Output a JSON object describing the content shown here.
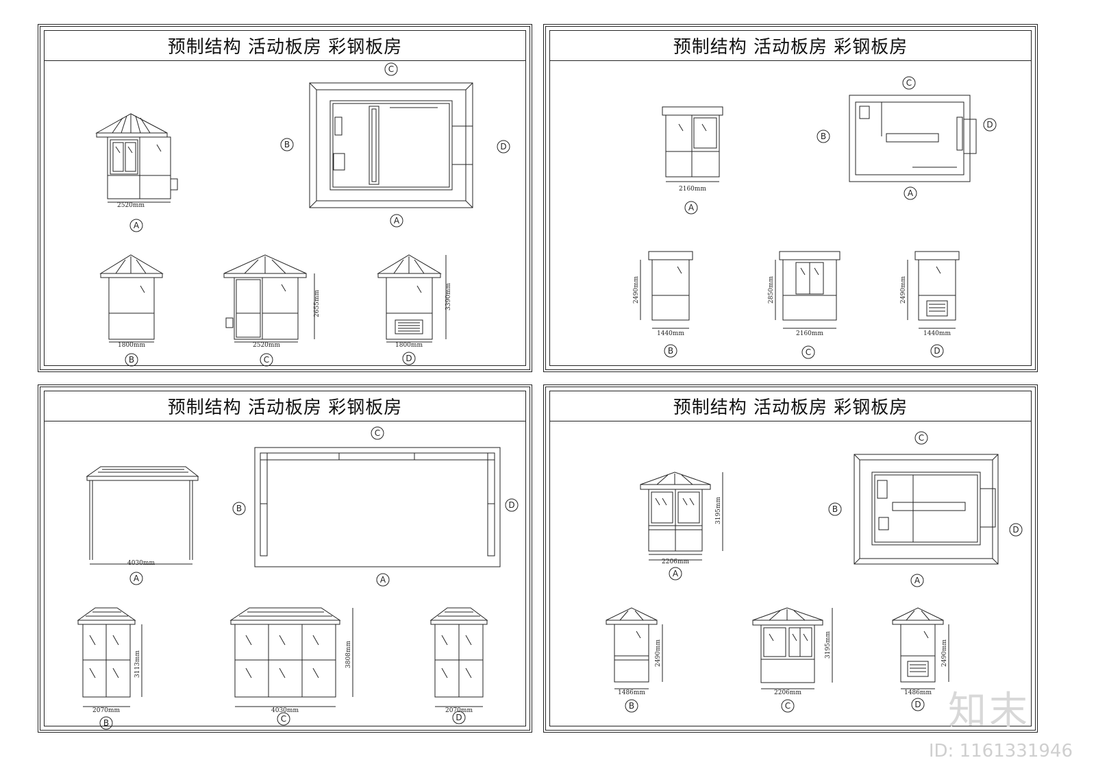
{
  "panels": [
    {
      "title": "预制结构  活动板房  彩钢板房",
      "dims": {
        "front_a": "2520mm",
        "side_b": "1800mm",
        "front_c": "2520mm",
        "side_d": "1800mm",
        "height_c": "2655mm",
        "height_d": "3390mm"
      }
    },
    {
      "title": "预制结构  活动板房  彩钢板房",
      "dims": {
        "front_a": "2160mm",
        "side_b": "1440mm",
        "front_c": "2160mm",
        "side_d": "1440mm",
        "height_b": "2490mm",
        "height_c": "2850mm",
        "height_d": "2490mm"
      }
    },
    {
      "title": "预制结构  活动板房  彩钢板房",
      "dims": {
        "front_a": "4030mm",
        "side_b": "2070mm",
        "front_c": "4030mm",
        "side_d": "2070mm",
        "height_b": "3113mm",
        "height_c": "3808mm"
      }
    },
    {
      "title": "预制结构  活动板房  彩钢板房",
      "dims": {
        "front_a": "2206mm",
        "side_b": "1486mm",
        "front_c": "2206mm",
        "side_d": "1486mm",
        "height_a": "3195mm",
        "height_b": "2490mm",
        "height_c": "3195mm",
        "height_d": "2490mm"
      }
    }
  ],
  "view_markers": [
    "A",
    "B",
    "C",
    "D"
  ],
  "watermark": {
    "logo": "知末",
    "id": "ID: 1161331946"
  }
}
